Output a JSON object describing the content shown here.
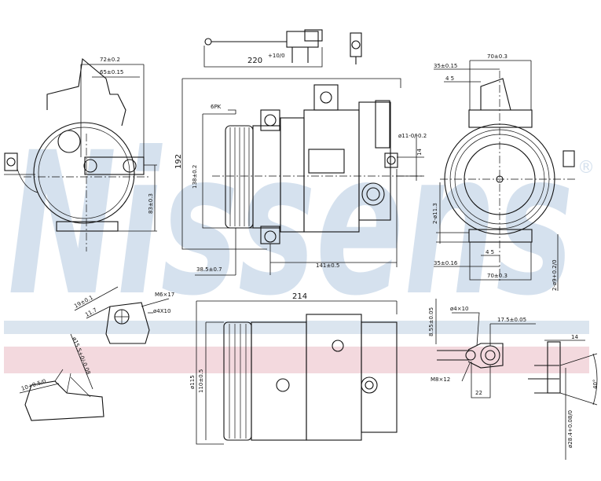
{
  "brand": {
    "watermark": "Nissens",
    "registered_mark": "®",
    "colors": {
      "watermark": "#d5e1ee",
      "band_blue": "#dbe5ef",
      "band_pink": "#f3d9de",
      "line": "#111111"
    }
  },
  "front_view": {
    "width_overall": "72±0.2",
    "width_mount": "65±0.15",
    "height_mount": "83±0.3"
  },
  "connector": {
    "wire_length": "220",
    "wire_tol": "+10/0"
  },
  "side_view": {
    "height_overall": "192",
    "pulley_dia": "138±0.2",
    "belt": "6PK",
    "pulley_offset": "38.5±0.7",
    "length": "141±0.5",
    "hole_dia": "ø11-0/-0.2",
    "hole_offset": "14"
  },
  "rear_view": {
    "top_width": "70±0.3",
    "top_half": "35±0.15",
    "top_gap": "4 5",
    "holes_top": "2-ø11.3",
    "bottom_gap": "4 5",
    "bottom_half": "35±0.16",
    "bottom_width": "70±0.3",
    "holes_bottom": "2-ø9+0.2/0"
  },
  "valve_detail": {
    "dim_a": "19±0.1",
    "dim_b": "11.7",
    "screw": "M6×17",
    "pin": "ø4X10",
    "dia": "ø15.5+0/-0.08",
    "depth": "10+0.5/0"
  },
  "bottom_view": {
    "length": "214",
    "dia_outer": "ø115",
    "dia_inner": "110±0.5"
  },
  "port_detail": {
    "height": "8.55±0.05",
    "pin": "ø4×10",
    "spacing": "17.5±0.05",
    "thread": "M8×12",
    "offset": "22",
    "width": "14",
    "angle": "40°",
    "port_dia": "ø28.4+0.08/0"
  }
}
